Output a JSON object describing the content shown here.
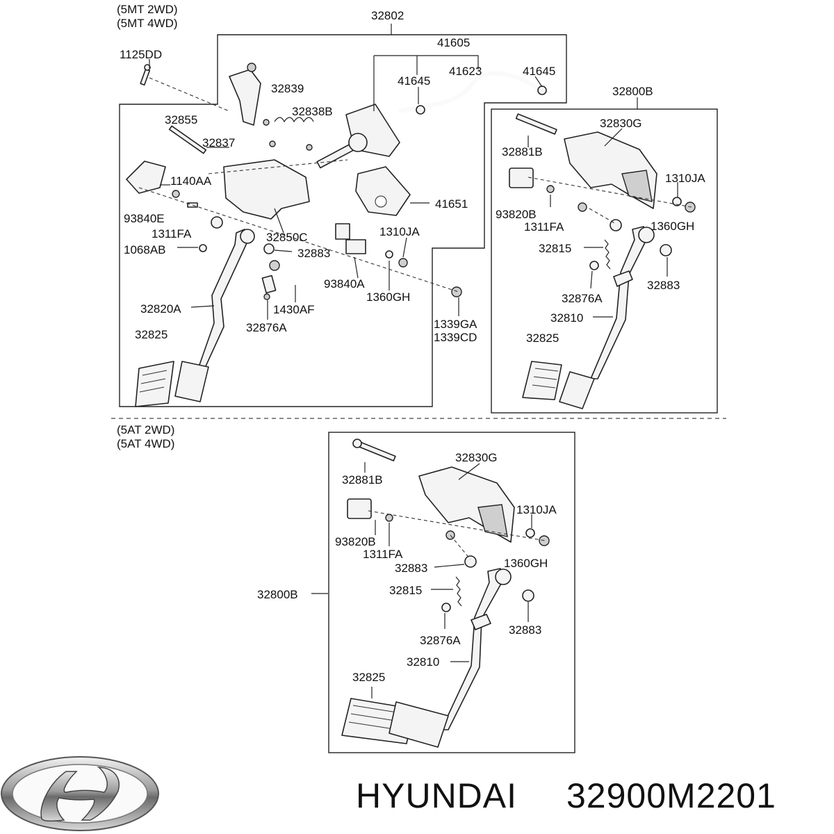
{
  "captions": {
    "mt_2wd": "(5MT 2WD)",
    "mt_4wd": "(5MT 4WD)",
    "at_2wd": "(5AT 2WD)",
    "at_4wd": "(5AT 4WD)"
  },
  "mt_labels": {
    "l32802": "32802",
    "l41605": "41605",
    "l1125DD": "1125DD",
    "l41645a": "41645",
    "l41623": "41623",
    "l41645b": "41645",
    "l32839": "32839",
    "l32838B": "32838B",
    "l32855": "32855",
    "l32837": "32837",
    "l1140AA": "1140AA",
    "l93840E": "93840E",
    "l1311FA": "1311FA",
    "l1068AB": "1068AB",
    "l32850C": "32850C",
    "l32883": "32883",
    "l1310JA": "1310JA",
    "l41651": "41651",
    "l93840A": "93840A",
    "l1360GH": "1360GH",
    "l1430AF": "1430AF",
    "l32820A": "32820A",
    "l32876A": "32876A",
    "l32825": "32825",
    "l1339GA": "1339GA",
    "l1339CD": "1339CD"
  },
  "mt_brake_labels": {
    "l32800B": "32800B",
    "l32830G": "32830G",
    "l32881B": "32881B",
    "l1310JA": "1310JA",
    "l93820B": "93820B",
    "l1311FA": "1311FA",
    "l1360GH": "1360GH",
    "l32815": "32815",
    "l32883": "32883",
    "l32876A": "32876A",
    "l32810": "32810",
    "l32825": "32825"
  },
  "at_labels": {
    "l32830G": "32830G",
    "l32881B": "32881B",
    "l1310JA": "1310JA",
    "l93820B": "93820B",
    "l1311FA": "1311FA",
    "l1360GH": "1360GH",
    "l32883a": "32883",
    "l32815": "32815",
    "l32800B": "32800B",
    "l32876A": "32876A",
    "l32883b": "32883",
    "l32810": "32810",
    "l32825": "32825"
  },
  "footer": {
    "brand": "HYUNDAI",
    "part_number": "32900M2201",
    "logo_icon": "hyundai-logo-icon"
  }
}
